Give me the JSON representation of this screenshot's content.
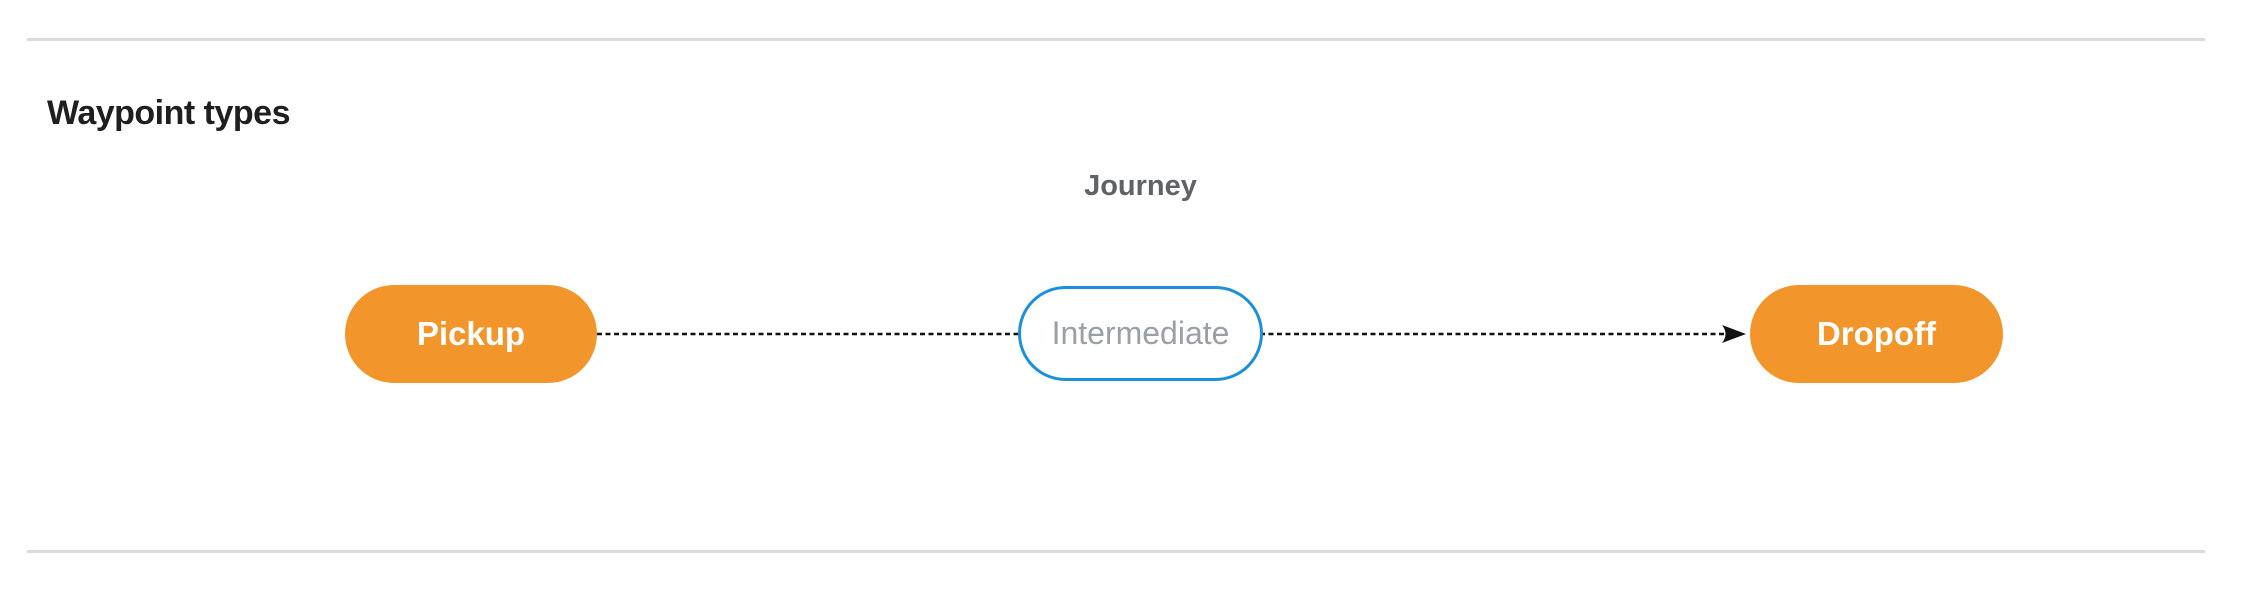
{
  "section": {
    "title": "Waypoint types"
  },
  "diagram": {
    "title": "Journey",
    "nodes": [
      {
        "id": "pickup",
        "label": "Pickup",
        "kind": "terminal"
      },
      {
        "id": "intermediate",
        "label": "Intermediate",
        "kind": "intermediate"
      },
      {
        "id": "dropoff",
        "label": "Dropoff",
        "kind": "terminal"
      }
    ],
    "edges": [
      {
        "from": "pickup",
        "to": "dropoff",
        "style": "dashed",
        "arrowhead": "end",
        "passes_through": "intermediate"
      }
    ]
  },
  "colors": {
    "page_background": "#ffffff",
    "divider": "#dbdbdb",
    "section_title_text": "#1f1f1f",
    "diagram_title_text": "#5f6368",
    "terminal_fill": "#f2962b",
    "terminal_text": "#ffffff",
    "intermediate_fill": "#ffffff",
    "intermediate_border": "#1a91da",
    "intermediate_text": "#9aa0a6",
    "edge_stroke": "#111111"
  }
}
